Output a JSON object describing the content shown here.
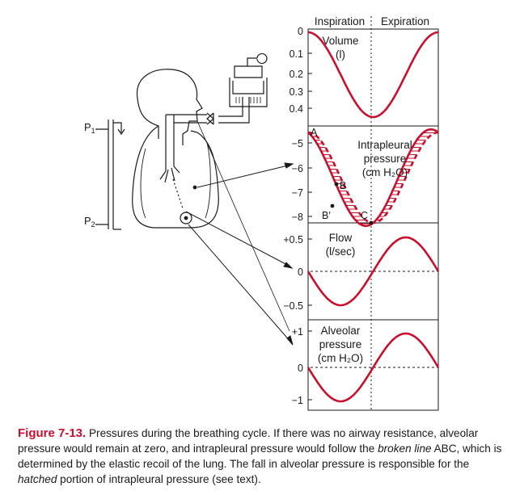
{
  "phase_labels": {
    "inspiration": "Inspiration",
    "expiration": "Expiration"
  },
  "panels": {
    "volume": {
      "title": "Volume",
      "unit": "(l)",
      "ticks": [
        "0",
        "0.1",
        "0.2",
        "0.3",
        "0.4"
      ]
    },
    "intrapleural": {
      "title_lines": [
        "Intrapleural",
        "pressure",
        "(cm H₂O)"
      ],
      "ticks": [
        "−5",
        "−6",
        "−7",
        "−8"
      ],
      "points": {
        "a": "A",
        "b": "B",
        "b_prime": "B′",
        "c": "C"
      }
    },
    "flow": {
      "title_lines": [
        "Flow",
        "(l/sec)"
      ],
      "ticks": [
        "+0.5",
        "0",
        "−0.5"
      ]
    },
    "alveolar": {
      "title_lines": [
        "Alveolar",
        "pressure",
        "(cm H₂O)"
      ],
      "ticks": [
        "+1",
        "0",
        "−1"
      ]
    }
  },
  "diagram_labels": {
    "p1": "P",
    "p1_sub": "1",
    "p2": "P",
    "p2_sub": "2"
  },
  "caption": {
    "figure_label": "Figure 7-13.",
    "text_1": " Pressures during the breathing cycle. If there was no airway resistance, alveolar pressure would remain at zero, and intrapleural pressure would follow the ",
    "em_1": "broken line",
    "text_2": " ABC, which is determined by the elastic recoil of the lung. The fall in alveolar pressure is responsible for the ",
    "em_2": "hatched",
    "text_3": " portion of intrapleural pressure (see text)."
  },
  "colors": {
    "curve": "#c8102e",
    "line": "#1a1a1a",
    "caption_accent": "#c8102e"
  }
}
